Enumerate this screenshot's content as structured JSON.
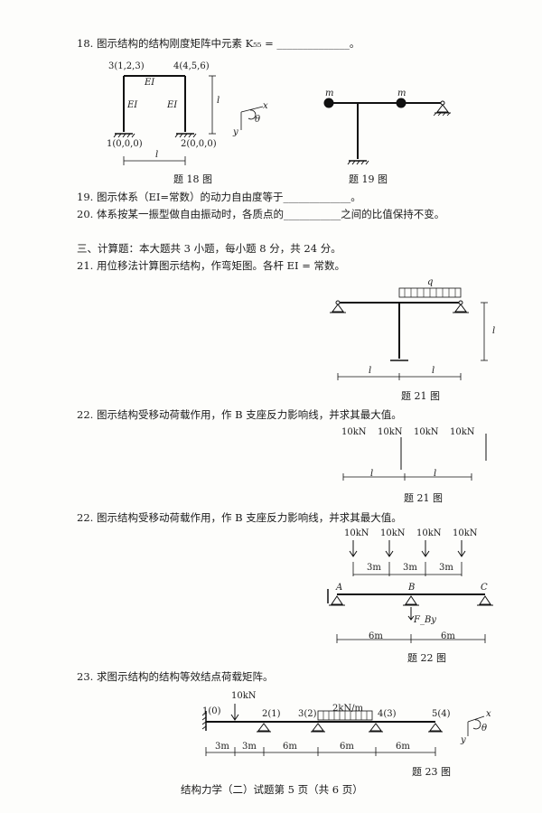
{
  "q18": {
    "text": "18. 图示结构的结构刚度矩阵中元素 K₅₅ = ______________。",
    "n3": "3(1,2,3)",
    "n4": "4(4,5,6)",
    "n1": "1(0,0,0)",
    "n2": "2(0,0,0)",
    "ei_top": "EI",
    "ei_left": "EI",
    "ei_right": "EI",
    "dim_l": "l",
    "dim_h": "l",
    "ax_x": "x",
    "ax_y": "y",
    "ax_t": "θ",
    "caption": "题 18 图"
  },
  "q19": {
    "m1": "m",
    "m2": "m",
    "caption": "题 19 图",
    "text": "19. 图示体系（EI=常数）的动力自由度等于_____________。"
  },
  "q20": {
    "text": "20. 体系按某一振型做自由振动时，各质点的___________之间的比值保持不变。"
  },
  "sec3": {
    "title": "三、计算题：本大题共 3 小题，每小题 8 分，共 24 分。"
  },
  "q21": {
    "text": "21. 用位移法计算图示结构，作弯矩图。各杆 EI = 常数。",
    "q": "q",
    "dim1": "l",
    "dim2": "l",
    "dimh": "l",
    "caption": "题 21 图"
  },
  "q22a": {
    "text": "22. 图示结构受移动荷载作用，作 B 支座反力影响线，并求其最大值。",
    "loads": [
      "10kN",
      "10kN",
      "10kN",
      "10kN"
    ],
    "dim1": "l",
    "dim2": "l",
    "caption": "题 21 图"
  },
  "q22": {
    "text": "22. 图示结构受移动荷载作用，作 B 支座反力影响线，并求其最大值。",
    "loads": [
      "10kN",
      "10kN",
      "10kN",
      "10kN"
    ],
    "spacing": [
      "3m",
      "3m",
      "3m"
    ],
    "A": "A",
    "B": "B",
    "C": "C",
    "fby": "F_By",
    "span1": "6m",
    "span2": "6m",
    "caption": "题 22 图"
  },
  "q23": {
    "text": "23. 求图示结构的结构等效结点荷载矩阵。",
    "p": "10kN",
    "q": "2kN/m",
    "nodes": [
      "1(0)",
      "2(1)",
      "3(2)",
      "4(3)",
      "5(4)"
    ],
    "dims": [
      "3m",
      "3m",
      "6m",
      "6m",
      "6m"
    ],
    "ax_x": "x",
    "ax_y": "y",
    "ax_t": "θ",
    "caption": "题 23 图"
  },
  "footer": "结构力学（二）试题第 5 页（共 6 页）"
}
